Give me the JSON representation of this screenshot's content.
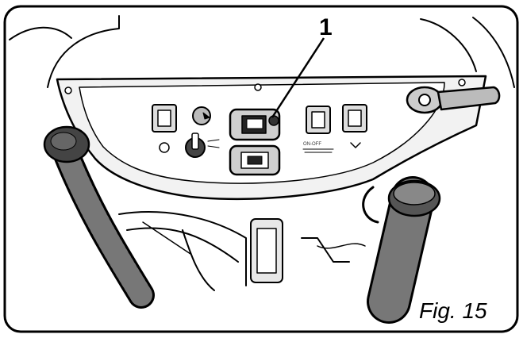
{
  "figure": {
    "caption": "Fig. 15",
    "callouts": [
      {
        "number": "1"
      }
    ],
    "panel_labels": {
      "switch_center": "ON-OFF"
    }
  }
}
